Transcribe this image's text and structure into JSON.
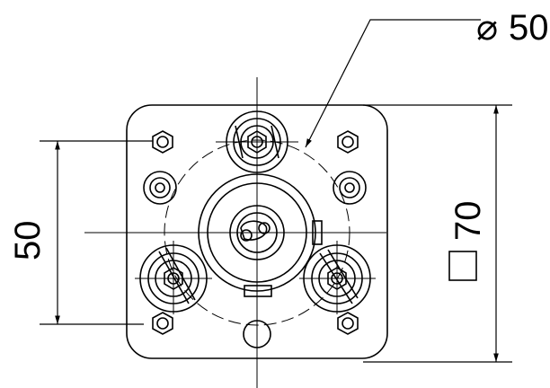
{
  "dimensions": {
    "circle_diameter": {
      "symbol": "⌀",
      "value": "50"
    },
    "square_side": {
      "value": "70"
    },
    "left_height": {
      "value": "50"
    }
  },
  "colors": {
    "line": "#000000",
    "background": "#ffffff"
  }
}
